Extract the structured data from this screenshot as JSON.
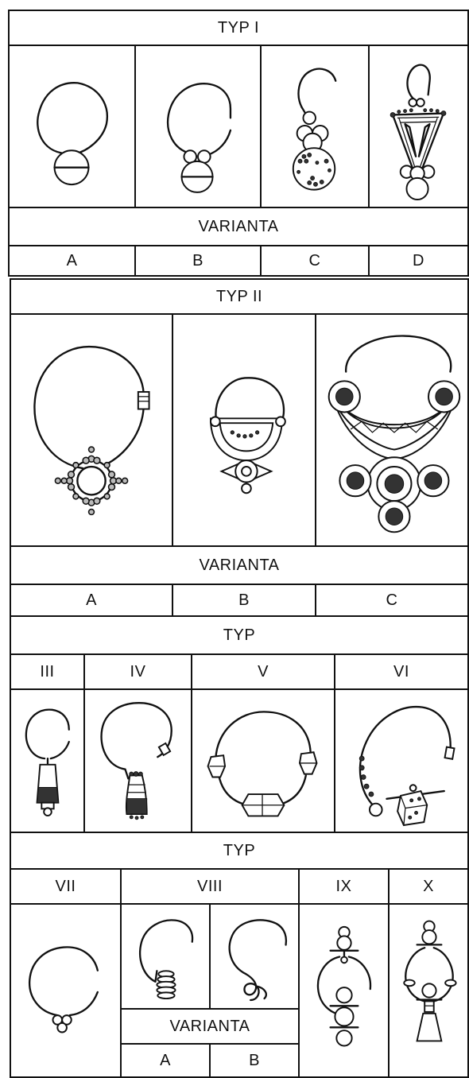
{
  "typ1": {
    "header": "TYP I",
    "varianta": "VARIANTA",
    "variants": [
      "A",
      "B",
      "C",
      "D"
    ],
    "images": [
      "earring-ring-ball",
      "earring-ring-double-bead",
      "earring-ring-granulated-ball",
      "earring-triangular-pendant"
    ]
  },
  "typ2": {
    "header": "TYP II",
    "varianta": "VARIANTA",
    "variants": [
      "A",
      "B",
      "C"
    ],
    "images": [
      "earring-ring-star-granule",
      "earring-ring-lunula-small",
      "earring-ring-lunula-large"
    ]
  },
  "typ_a": {
    "header": "TYP",
    "types": [
      "III",
      "IV",
      "V",
      "VI"
    ],
    "images": [
      "earring-ring-cone",
      "earring-ring-barrel",
      "earring-ring-beads",
      "earring-ring-cube"
    ]
  },
  "typ_b": {
    "header": "TYP",
    "types": [
      "VII",
      "VIII",
      "IX",
      "X"
    ],
    "varianta": "VARIANTA",
    "variants": [
      "A",
      "B"
    ],
    "images": [
      "earring-ring-grape",
      "earring-hook-spiral",
      "earring-hook-s-loop",
      "earring-ring-two-beads",
      "earring-ring-bell"
    ]
  }
}
